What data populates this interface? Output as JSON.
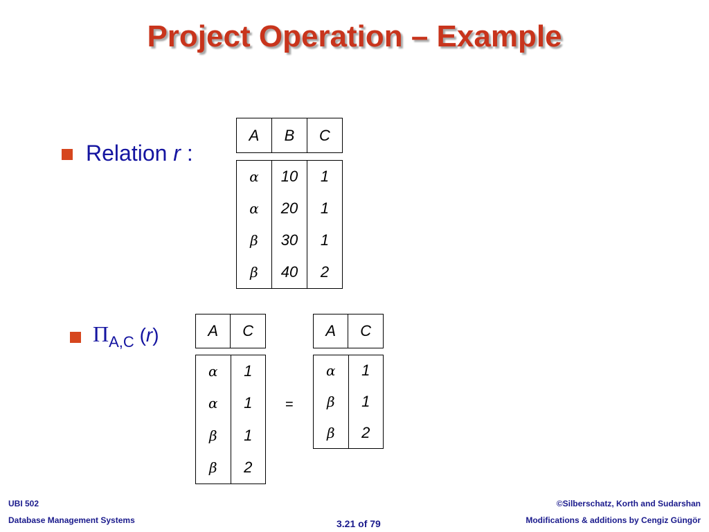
{
  "slide": {
    "title": "Project Operation – Example",
    "bullet1": {
      "text": "Relation ",
      "var": "r",
      "suffix": " :"
    },
    "bullet2": {
      "pi": "Π",
      "subscript": "A,C",
      "open": " (",
      "var": "r",
      "close": ")"
    },
    "equals": "="
  },
  "relation_r": {
    "headers": [
      "A",
      "B",
      "C"
    ],
    "rows": [
      [
        "α",
        "10",
        "1"
      ],
      [
        "α",
        "20",
        "1"
      ],
      [
        "β",
        "30",
        "1"
      ],
      [
        "β",
        "40",
        "2"
      ]
    ]
  },
  "projection_intermediate": {
    "headers": [
      "A",
      "C"
    ],
    "rows": [
      [
        "α",
        "1"
      ],
      [
        "α",
        "1"
      ],
      [
        "β",
        "1"
      ],
      [
        "β",
        "2"
      ]
    ]
  },
  "projection_result": {
    "headers": [
      "A",
      "C"
    ],
    "rows": [
      [
        "α",
        "1"
      ],
      [
        "β",
        "1"
      ],
      [
        "β",
        "2"
      ]
    ]
  },
  "footer": {
    "course": "UBI 502",
    "subject": "Database Management Systems",
    "page": "3.21 of 79",
    "copyright": "©Silberschatz, Korth and Sudarshan",
    "modifications": "Modifications & additions by Cengiz Güngör"
  },
  "colors": {
    "title": "#c8341c",
    "bullet": "#d6461e",
    "text": "#1414a0",
    "footer": "#1a1a8c"
  }
}
